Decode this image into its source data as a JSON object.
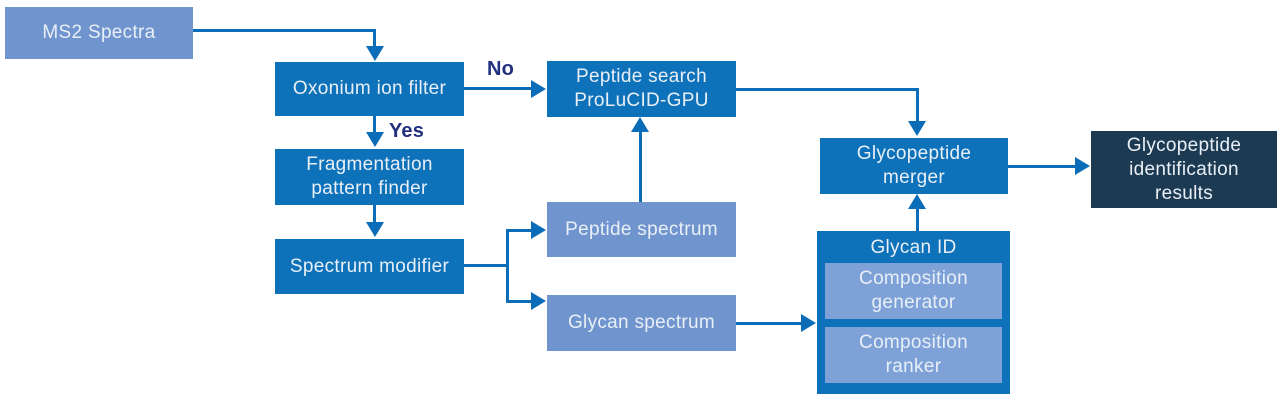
{
  "diagram": {
    "nodes": {
      "ms2_spectra": {
        "label": "MS2 Spectra"
      },
      "oxonium_ion_filter": {
        "label": "Oxonium ion filter"
      },
      "peptide_search": {
        "lines": [
          "Peptide search",
          "ProLuCID-GPU"
        ]
      },
      "fragmentation_pattern_finder": {
        "lines": [
          "Fragmentation",
          "pattern finder"
        ]
      },
      "spectrum_modifier": {
        "label": "Spectrum modifier"
      },
      "peptide_spectrum": {
        "label": "Peptide spectrum"
      },
      "glycan_spectrum": {
        "label": "Glycan spectrum"
      },
      "glycan_id": {
        "label": "Glycan ID",
        "children": {
          "composition_generator": {
            "lines": [
              "Composition",
              "generator"
            ]
          },
          "composition_ranker": {
            "lines": [
              "Composition",
              "ranker"
            ]
          }
        }
      },
      "glycopeptide_merger": {
        "lines": [
          "Glycopeptide",
          "merger"
        ]
      },
      "glycopeptide_identification_results": {
        "lines": [
          "Glycopeptide",
          "identification",
          "results"
        ]
      }
    },
    "edge_labels": {
      "no": "No",
      "yes": "Yes"
    },
    "colors": {
      "primary_blue": "#0e72ba",
      "light_blue": "#7095ce",
      "sub_box_blue": "#7ea2d8",
      "dark_navy": "#1d3a53",
      "arrow_blue": "#0b6cb8",
      "decision_label": "#22307e",
      "box_text": "#e9eff6",
      "background": "#ffffff"
    }
  }
}
